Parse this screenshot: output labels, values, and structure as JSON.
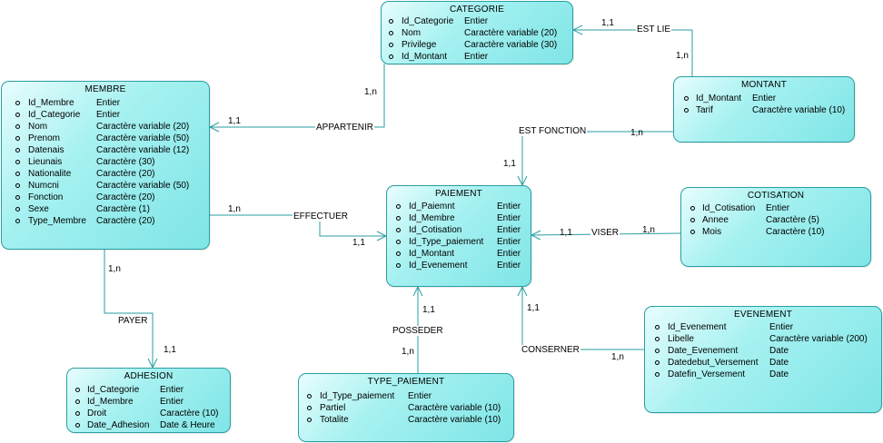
{
  "entities": {
    "categorie": {
      "title": "CATEGORIE",
      "attributes": [
        {
          "name": "Id_Categorie",
          "type": "Entier"
        },
        {
          "name": "Nom",
          "type": "Caractère variable (20)"
        },
        {
          "name": "Privilege",
          "type": "Caractère variable (30)"
        },
        {
          "name": "Id_Montant",
          "type": "Entier"
        }
      ]
    },
    "membre": {
      "title": "MEMBRE",
      "attributes": [
        {
          "name": "Id_Membre",
          "type": "Entier"
        },
        {
          "name": "Id_Categorie",
          "type": "Entier"
        },
        {
          "name": "Nom",
          "type": "Caractère variable (20)"
        },
        {
          "name": "Prenom",
          "type": "Caractère variable (50)"
        },
        {
          "name": "Datenais",
          "type": "Caractère variable (12)"
        },
        {
          "name": "Lieunais",
          "type": "Caractère (30)"
        },
        {
          "name": "Nationalite",
          "type": "Caractère (20)"
        },
        {
          "name": "Numcni",
          "type": "Caractère variable (50)"
        },
        {
          "name": "Fonction",
          "type": "Caractère (20)"
        },
        {
          "name": "Sexe",
          "type": "Caractère (1)"
        },
        {
          "name": "Type_Membre",
          "type": "Caractère (20)"
        }
      ]
    },
    "montant": {
      "title": "MONTANT",
      "attributes": [
        {
          "name": "Id_Montant",
          "type": "Entier"
        },
        {
          "name": "Tarif",
          "type": "Caractère variable (10)"
        }
      ]
    },
    "paiement": {
      "title": "PAIEMENT",
      "attributes": [
        {
          "name": "Id_Paiemnt",
          "type": "Entier"
        },
        {
          "name": "Id_Membre",
          "type": "Entier"
        },
        {
          "name": "Id_Cotisation",
          "type": "Entier"
        },
        {
          "name": "Id_Type_paiement",
          "type": "Entier"
        },
        {
          "name": "Id_Montant",
          "type": "Entier"
        },
        {
          "name": "Id_Evenement",
          "type": "Entier"
        }
      ]
    },
    "cotisation": {
      "title": "COTISATION",
      "attributes": [
        {
          "name": "Id_Cotisation",
          "type": "Entier"
        },
        {
          "name": "Annee",
          "type": "Caractère (5)"
        },
        {
          "name": "Mois",
          "type": "Caractère (10)"
        }
      ]
    },
    "evenement": {
      "title": "EVENEMENT",
      "attributes": [
        {
          "name": "Id_Evenement",
          "type": "Entier"
        },
        {
          "name": "Libelle",
          "type": "Caractère variable (200)"
        },
        {
          "name": "Date_Evenement",
          "type": "Date"
        },
        {
          "name": "Datedebut_Versement",
          "type": "Date"
        },
        {
          "name": "Datefin_Versement",
          "type": "Date"
        }
      ]
    },
    "adhesion": {
      "title": "ADHESION",
      "attributes": [
        {
          "name": "Id_Categorie",
          "type": "Entier"
        },
        {
          "name": "Id_Membre",
          "type": "Entier"
        },
        {
          "name": "Droit",
          "type": "Caractère (10)"
        },
        {
          "name": "Date_Adhesion",
          "type": "Date & Heure"
        }
      ]
    },
    "type_paiement": {
      "title": "TYPE_PAIEMENT",
      "attributes": [
        {
          "name": "Id_Type_paiement",
          "type": "Entier"
        },
        {
          "name": "Partiel",
          "type": "Caractère variable (10)"
        },
        {
          "name": "Totalite",
          "type": "Caractère variable (10)"
        }
      ]
    }
  },
  "relations": {
    "est_lie": {
      "label": "EST LIE",
      "card_a": "1,1",
      "card_b": "1,n"
    },
    "appartenir": {
      "label": "APPARTENIR",
      "card_a": "1,1",
      "card_b": "1,n"
    },
    "est_fonction": {
      "label": "EST FONCTION",
      "card_a": "1,n",
      "card_b": "1,1"
    },
    "effectuer": {
      "label": "EFFECTUER",
      "card_a": "1,n",
      "card_b": "1,1"
    },
    "viser": {
      "label": "VISER",
      "card_a": "1,1",
      "card_b": "1,n"
    },
    "payer": {
      "label": "PAYER",
      "card_a": "1,n",
      "card_b": "1,1"
    },
    "posseder": {
      "label": "POSSEDER",
      "card_a": "1,1",
      "card_b": "1,n"
    },
    "conserner": {
      "label": "CONSERNER",
      "card_a": "1,1",
      "card_b": "1,n"
    }
  }
}
